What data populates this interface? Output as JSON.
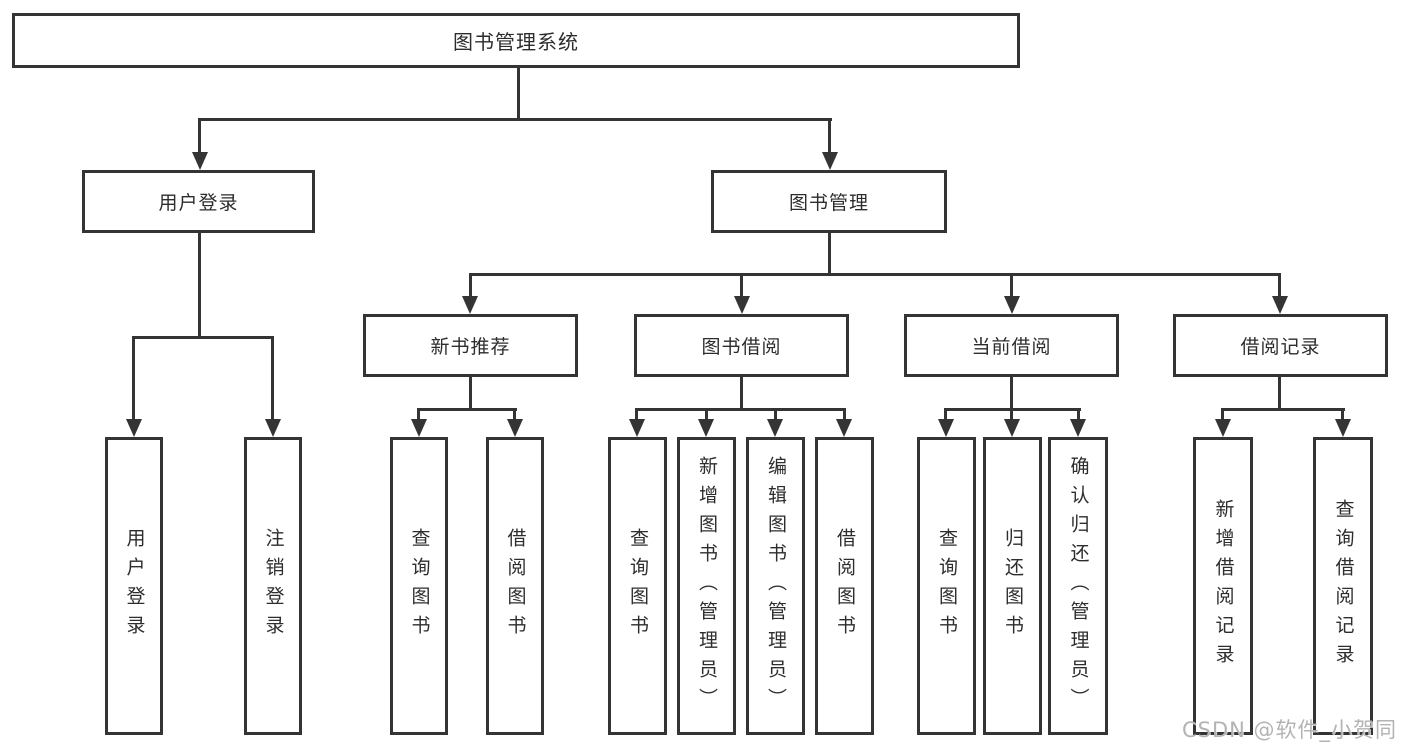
{
  "diagram": {
    "title": "图书管理系统",
    "root": {
      "label": "图书管理系统"
    },
    "level2": [
      {
        "label": "用户登录"
      },
      {
        "label": "图书管理"
      }
    ],
    "level3": [
      {
        "label": "新书推荐"
      },
      {
        "label": "图书借阅"
      },
      {
        "label": "当前借阅"
      },
      {
        "label": "借阅记录"
      }
    ],
    "leaves": {
      "user_login": [
        "用户登录",
        "注销登录"
      ],
      "new_book": [
        "查询图书",
        "借阅图书"
      ],
      "book_borrow": [
        "查询图书",
        "新增图书（管理员）",
        "编辑图书（管理员）",
        "借阅图书"
      ],
      "current_borrow": [
        "查询图书",
        "归还图书",
        "确认归还（管理员）"
      ],
      "borrow_record": [
        "新增借阅记录",
        "查询借阅记录"
      ]
    }
  },
  "watermark": {
    "text": "CSDN @软件_小贺同学"
  },
  "colors": {
    "line": "#343434",
    "text": "#2d2d2d",
    "background": "#ffffff",
    "watermark": "#b3b3b3"
  }
}
